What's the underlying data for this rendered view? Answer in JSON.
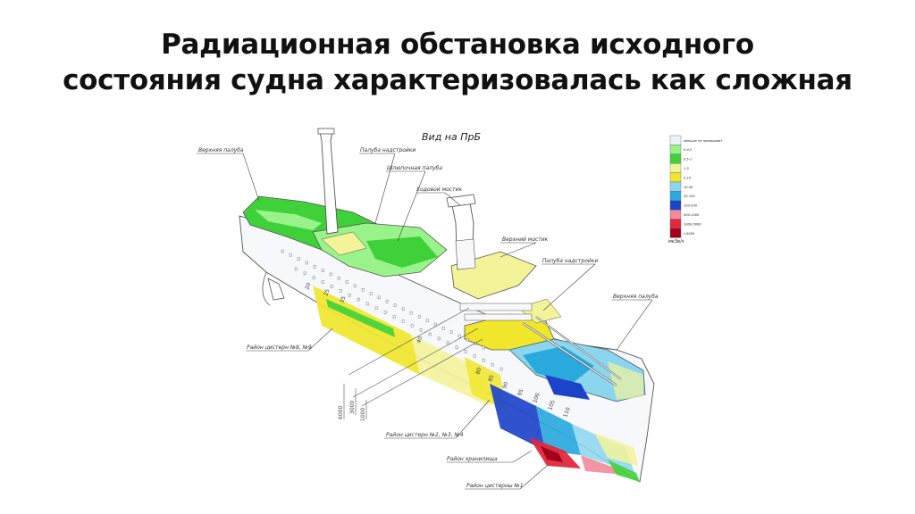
{
  "title": {
    "line1": "Радиационная обстановка исходного",
    "line2": "состояния судна характеризовалась как сложная"
  },
  "diagram": {
    "view_label": "Вид на ПрБ",
    "labels": {
      "upper_deck_aft": "Верхняя палуба",
      "superstructure_deck_aft": "Палуба надстройки",
      "boat_deck": "Шлюпочная палуба",
      "nav_bridge": "Ходовой мостик",
      "upper_bridge": "Верхний мостик",
      "superstructure_deck_fwd": "Палуба надстройки",
      "upper_deck_fwd": "Верхняя палуба",
      "tanks_8_9": "Район цистерн №8, №9",
      "tanks_2_3_4": "Район цистерн №2, №3, №4",
      "storage": "Район хранилища",
      "tank_1": "Район цистерны №1"
    },
    "dimensions": [
      "6000",
      "3000",
      "1000"
    ],
    "frame_numbers": [
      "20",
      "25",
      "35",
      "40",
      "80",
      "85",
      "90",
      "95",
      "100",
      "105",
      "110"
    ],
    "legend": {
      "unit": "мкЗв/ч",
      "items": [
        {
          "label": "меньше не превышает",
          "color": "#eef1fb"
        },
        {
          "label": "0-0,5",
          "color": "#9af28a"
        },
        {
          "label": "0,5-1",
          "color": "#3fd13a"
        },
        {
          "label": "1-5",
          "color": "#f3f39a"
        },
        {
          "label": "5-10",
          "color": "#f0e62c"
        },
        {
          "label": "10-50",
          "color": "#8ad6ee"
        },
        {
          "label": "50-100",
          "color": "#2aa9dd"
        },
        {
          "label": "100-500",
          "color": "#1c44c9"
        },
        {
          "label": "500-1000",
          "color": "#f28a9a"
        },
        {
          "label": "1000-5000",
          "color": "#e2283c"
        },
        {
          "label": ">5000",
          "color": "#a4001a"
        }
      ]
    }
  }
}
